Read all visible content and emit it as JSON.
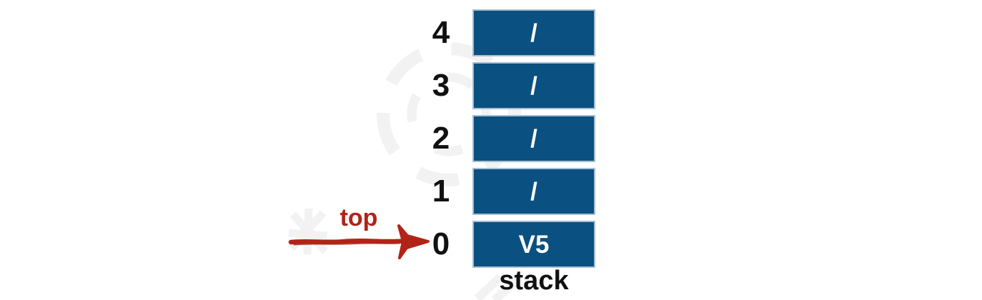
{
  "diagram": {
    "caption": "stack",
    "pointer": {
      "label": "top",
      "points_to_index": "0",
      "icon": "hand-drawn-right-arrow-icon"
    },
    "cells": [
      {
        "index": "4",
        "value": "/"
      },
      {
        "index": "3",
        "value": "/"
      },
      {
        "index": "2",
        "value": "/"
      },
      {
        "index": "1",
        "value": "/"
      },
      {
        "index": "0",
        "value": "V5"
      }
    ],
    "empty_marker": "/",
    "top_value": "V5",
    "colors": {
      "cell_fill": "#0a5080",
      "cell_border": "#a7bfd2",
      "cell_text": "#ffffff",
      "index_text": "#111111",
      "pointer": "#b22317",
      "watermark": "#f2f2f2"
    }
  }
}
